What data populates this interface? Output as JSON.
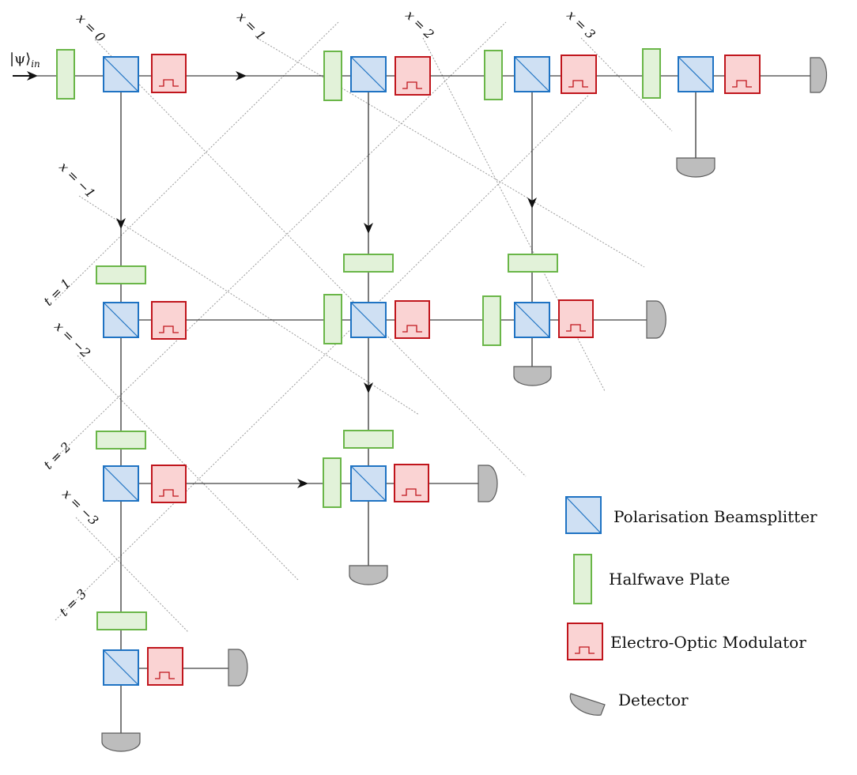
{
  "input_label": "|ψ⟩",
  "input_subscript": "in",
  "position_labels": [
    "x = 0",
    "x = 1",
    "x = 2",
    "x = 3",
    "x = −1",
    "x = −2",
    "x = −3"
  ],
  "time_labels": [
    "t = 1",
    "t = 2",
    "t = 3"
  ],
  "legend": {
    "beamsplitter": "Polarisation Beamsplitter",
    "halfwave": "Halfwave Plate",
    "eom": "Electro-Optic Modulator",
    "detector": "Detector"
  },
  "colors": {
    "beamsplitter_fill": "#cfe0f3",
    "beamsplitter_stroke": "#1f73c3",
    "halfwave_fill": "#e2f2d9",
    "halfwave_stroke": "#6ab648",
    "eom_fill": "#fad3d3",
    "eom_stroke": "#c0151c",
    "detector_fill": "#bdbdbd"
  },
  "icons": [
    "beamsplitter-icon",
    "halfwave-plate-icon",
    "eom-icon",
    "detector-icon",
    "arrow-icon"
  ]
}
